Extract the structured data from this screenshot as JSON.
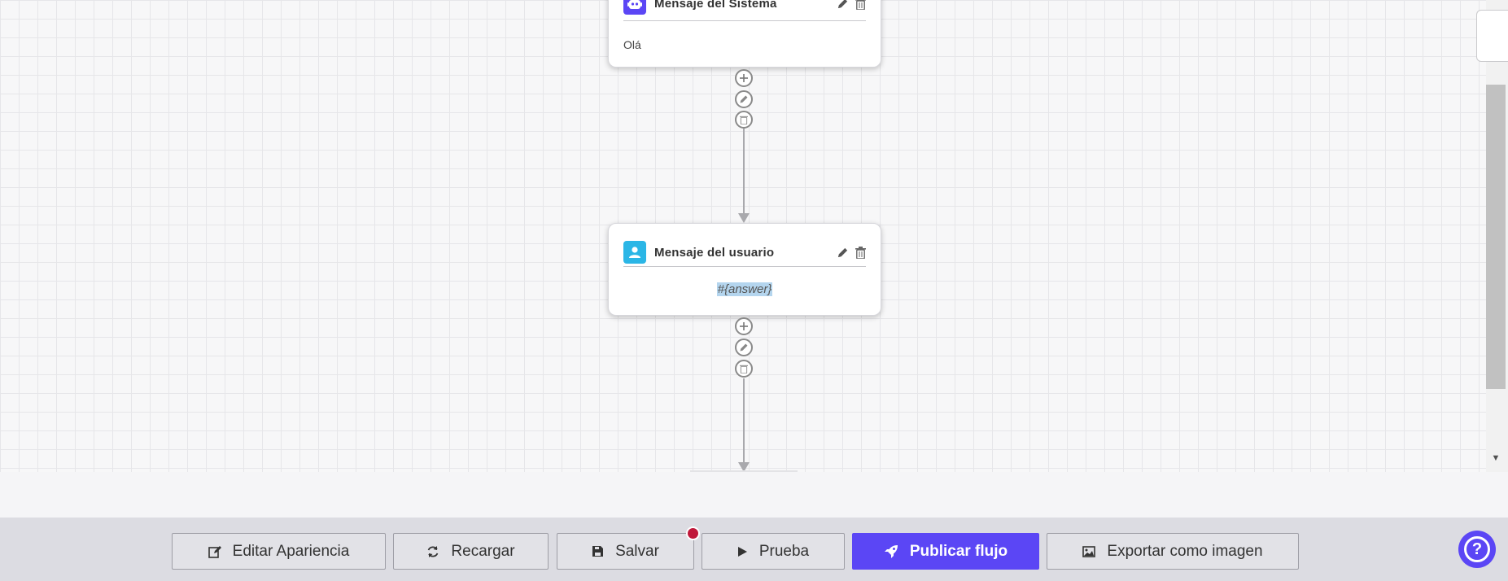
{
  "flow": {
    "nodes": [
      {
        "title": "Mensaje del Sistema",
        "body": "Olá",
        "icon": "robot-icon",
        "icon_color": "#5b46f5"
      },
      {
        "title": "Mensaje del usuario",
        "body": "#{answer}",
        "icon": "user-icon",
        "icon_color": "#2bb6e6"
      }
    ]
  },
  "toolbar": {
    "edit_label": "Editar Apariencia",
    "reload_label": "Recargar",
    "save_label": "Salvar",
    "test_label": "Prueba",
    "publish_label": "Publicar flujo",
    "export_label": "Exportar como imagen"
  },
  "help": {
    "symbol": "?"
  },
  "colors": {
    "primary": "#5b46f5",
    "badge": "#c0183a",
    "toolbar_bg": "#dcdce2"
  }
}
